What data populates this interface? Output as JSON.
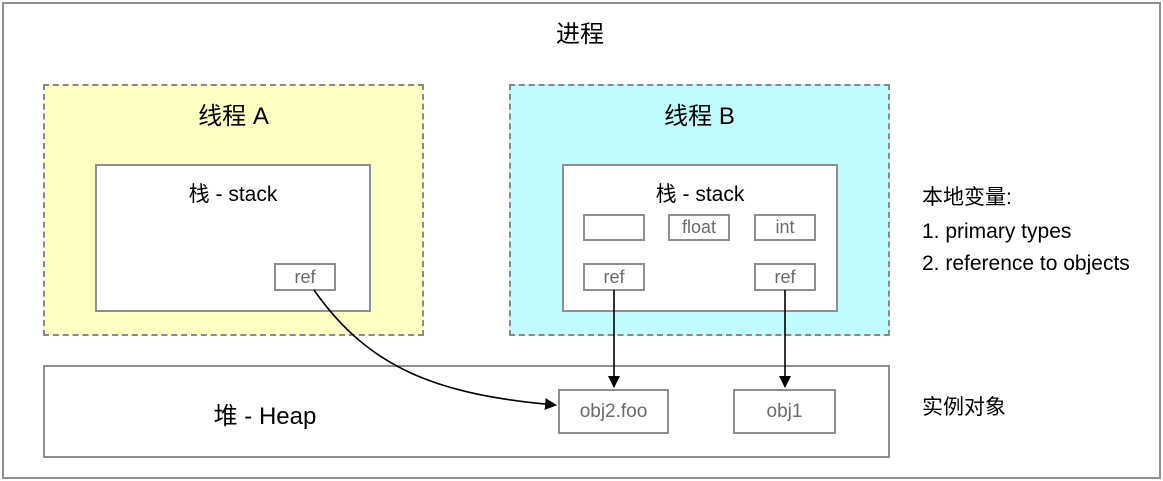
{
  "process": {
    "label": "进程"
  },
  "threads": [
    {
      "label": "线程 A",
      "fill_color": "#ffffc4",
      "stack": {
        "label": "栈 - stack",
        "cells": [
          {
            "label": "ref"
          }
        ]
      }
    },
    {
      "label": "线程 B",
      "fill_color": "#c0fcfc",
      "stack": {
        "label": "栈 - stack",
        "cells": [
          {
            "label": ""
          },
          {
            "label": "float"
          },
          {
            "label": "int"
          },
          {
            "label": "ref"
          },
          {
            "label": "ref"
          }
        ]
      }
    }
  ],
  "heap": {
    "label": "堆 - Heap",
    "objects": [
      {
        "label": "obj2.foo"
      },
      {
        "label": "obj1"
      }
    ]
  },
  "notes": {
    "local_vars": {
      "title": "本地变量:",
      "items": [
        "1. primary types",
        "2. reference to objects"
      ]
    },
    "instances": {
      "title": "实例对象"
    }
  },
  "edges": [
    {
      "from": "thread-a.ref",
      "to": "heap.obj2.foo",
      "style": "curved"
    },
    {
      "from": "thread-b.ref-1",
      "to": "heap.obj2.foo",
      "style": "straight"
    },
    {
      "from": "thread-b.ref-2",
      "to": "heap.obj1",
      "style": "straight"
    }
  ]
}
